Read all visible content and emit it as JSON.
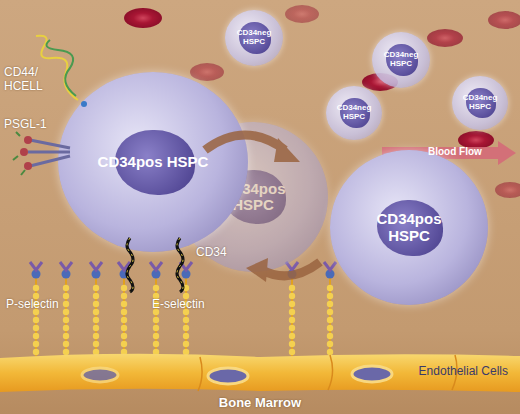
{
  "diagram": {
    "nodes": [
      {
        "text": [
          "CD34neg HSPC"
        ]
      },
      {
        "text": [
          "CD34neg HSPC"
        ]
      },
      {
        "text": [
          "CD34neg HSPC"
        ]
      },
      {
        "text": [
          "CD34neg HSPC"
        ]
      },
      {
        "text": [
          "CD34pos HSPC"
        ]
      },
      {
        "text": [
          "CD34pos HSPC"
        ]
      },
      {
        "text": [
          "CD34pos HSPC"
        ]
      },
      {
        "text": [
          "Endothelial Cells"
        ]
      }
    ],
    "labels": [
      "CD44/ HCELL",
      "PSGL-1",
      "CD34",
      "P-selectin",
      "E-selectin",
      "Blood Flow",
      "Bone Marrow"
    ]
  }
}
